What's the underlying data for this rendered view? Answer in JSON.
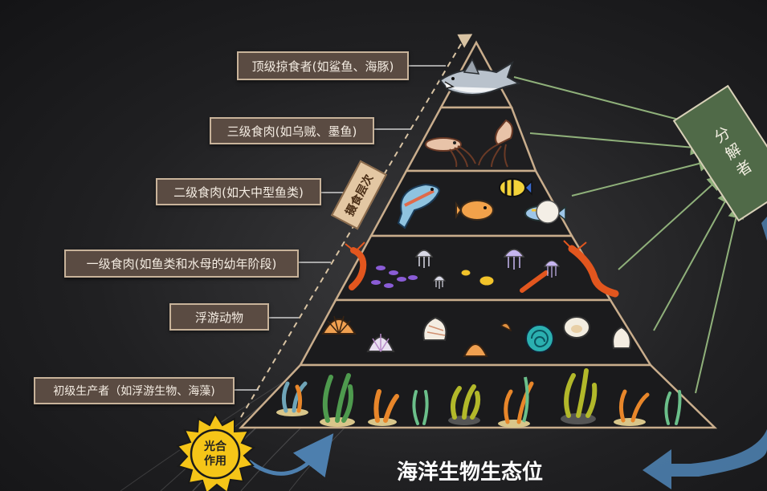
{
  "title": "海洋生物生态位",
  "levels": [
    {
      "label": "顶级掠食者(如鲨鱼、海豚)"
    },
    {
      "label": "三级食肉(如乌贼、墨鱼)"
    },
    {
      "label": "二级食肉(如大中型鱼类)"
    },
    {
      "label": "一级食肉(如鱼类和水母的幼年阶段)"
    },
    {
      "label": "浮游动物"
    },
    {
      "label": "初级生产者（如浮游生物、海藻)"
    }
  ],
  "decomposers": "分解者",
  "trophic_arrow_label": "摄食层次",
  "photosynthesis": "光合\n作用",
  "colors": {
    "label_bg": "#5a4b42",
    "label_border": "#c8b39a",
    "pyramid_edge": "#c9ad8c",
    "decomposer_bg": "#506a48",
    "arrow_green": "#8fb07a",
    "sun": "#f5c518",
    "cycle_arrow": "#4d7fae"
  },
  "icons": [
    "shark-icon",
    "squid-icon",
    "fish-icon",
    "shrimp-icon",
    "jellyfish-icon",
    "shell-icon",
    "seaweed-icon",
    "sun-icon"
  ]
}
